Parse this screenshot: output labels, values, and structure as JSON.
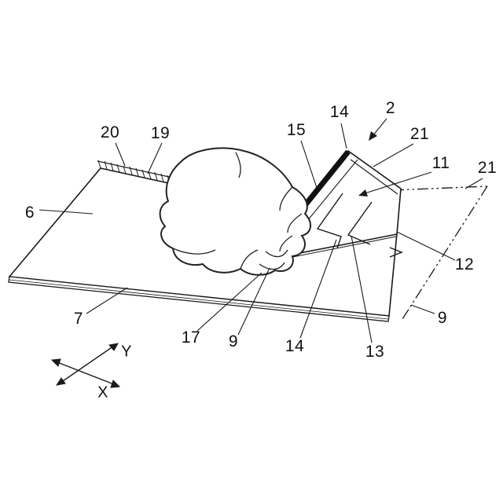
{
  "figure": {
    "kind": "patent-style perspective line drawing",
    "subject": "hand folding up a cut tab in a laminated sheet",
    "colors": {
      "ink": "#1a1a1a",
      "paper": "#ffffff",
      "tab_edge_fill": "#111111"
    },
    "labels": [
      {
        "id": "20",
        "text": "20"
      },
      {
        "id": "19",
        "text": "19"
      },
      {
        "id": "6",
        "text": "6"
      },
      {
        "id": "15",
        "text": "15"
      },
      {
        "id": "14-top",
        "text": "14"
      },
      {
        "id": "2",
        "text": "2"
      },
      {
        "id": "21-left",
        "text": "21"
      },
      {
        "id": "11",
        "text": "11"
      },
      {
        "id": "21-right",
        "text": "21"
      },
      {
        "id": "12",
        "text": "12"
      },
      {
        "id": "9-right",
        "text": "9"
      },
      {
        "id": "13",
        "text": "13"
      },
      {
        "id": "14-bottom",
        "text": "14"
      },
      {
        "id": "9-center",
        "text": "9"
      },
      {
        "id": "17",
        "text": "17"
      },
      {
        "id": "7",
        "text": "7"
      }
    ],
    "axis": {
      "y_label": "Y",
      "x_label": "X"
    }
  }
}
